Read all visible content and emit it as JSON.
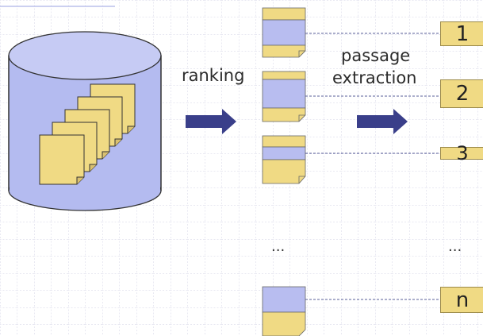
{
  "labels": {
    "ranking": "ranking",
    "passage": "passage",
    "extraction": "extraction"
  },
  "ellipsis": "...",
  "passages": [
    "1",
    "2",
    "3",
    "n"
  ],
  "colors": {
    "paper": "#f0da84",
    "passage_band": "#b8bdf0",
    "cylinder": "#b4bbf0",
    "arrow": "#3a3f8a",
    "grid": "#d6d6e8"
  }
}
